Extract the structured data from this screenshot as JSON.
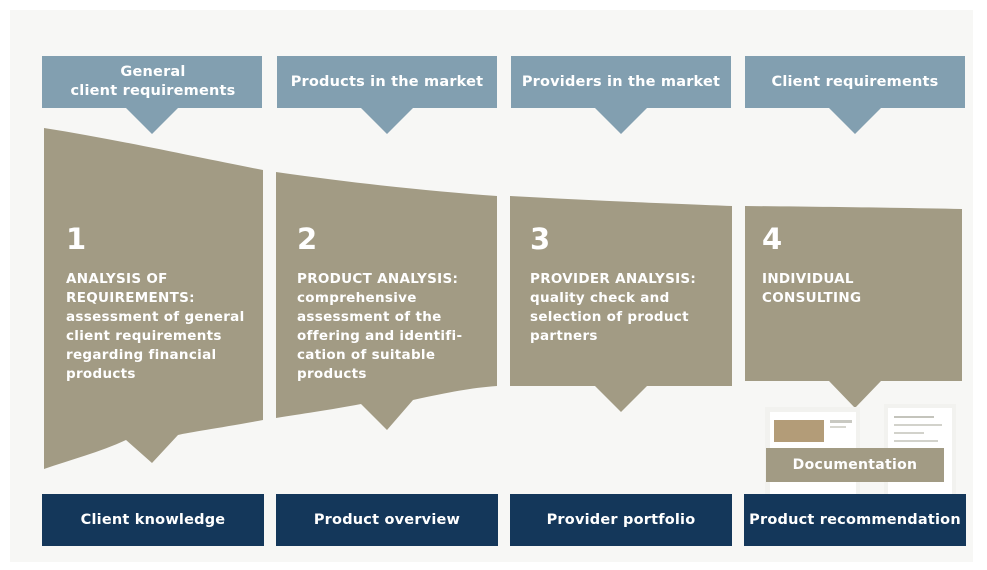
{
  "colors": {
    "top_box": "#829fb0",
    "stage": "#a29b84",
    "bottom_box": "#14375a",
    "background": "#f7f7f5"
  },
  "columns": [
    {
      "top_label": "General client requirements",
      "top_label_lines": [
        "General",
        "client requirements"
      ],
      "number": "1",
      "heading_lines": [
        "ANALYSIS OF",
        "REQUIREMENTS:"
      ],
      "body_lines": [
        "assessment of general",
        "client requirements",
        "regarding financial",
        "products"
      ],
      "bottom_label": "Client knowledge"
    },
    {
      "top_label": "Products in the market",
      "number": "2",
      "heading_lines": [
        "PRODUCT ANALYSIS:"
      ],
      "body_lines": [
        "comprehensive",
        "assessment of the",
        "offering and identifi-",
        "cation of suitable",
        "products"
      ],
      "bottom_label": "Product overview"
    },
    {
      "top_label": "Providers in the market",
      "number": "3",
      "heading_lines": [
        "PROVIDER ANALYSIS:"
      ],
      "body_lines": [
        "quality check and",
        "selection of product",
        "partners"
      ],
      "bottom_label": "Provider portfolio"
    },
    {
      "top_label": "Client requirements",
      "number": "4",
      "heading_lines": [
        "INDIVIDUAL",
        "CONSULTING"
      ],
      "body_lines": [],
      "bottom_label": "Product recommendation"
    }
  ],
  "documentation_label": "Documentation"
}
